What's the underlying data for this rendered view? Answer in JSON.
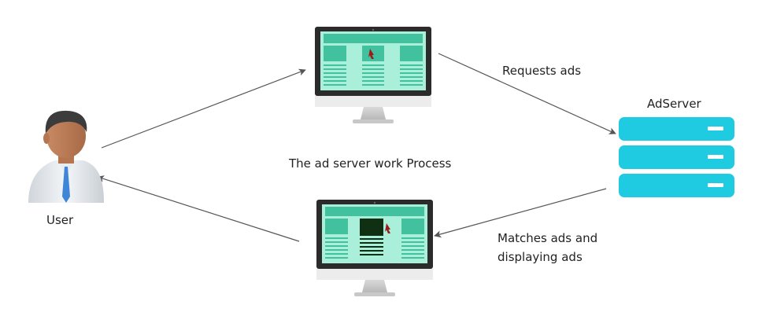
{
  "labels": {
    "requests_ads": "Requests ads",
    "adserver": "AdServer",
    "process_title": "The ad server work Process",
    "user": "User",
    "matches_line1": "Matches ads and",
    "matches_line2": "displaying ads"
  },
  "colors": {
    "screen_bg": "#a9efd9",
    "screen_block": "#42c19e",
    "server": "#1fcbe0",
    "monitor_frame": "#2b2b2b",
    "ad_dark": "#0f3012",
    "cursor": "#9b1b1b",
    "arrow": "#555555"
  },
  "icons": [
    "user-icon",
    "monitor-icon",
    "server-icon",
    "cursor-icon"
  ]
}
